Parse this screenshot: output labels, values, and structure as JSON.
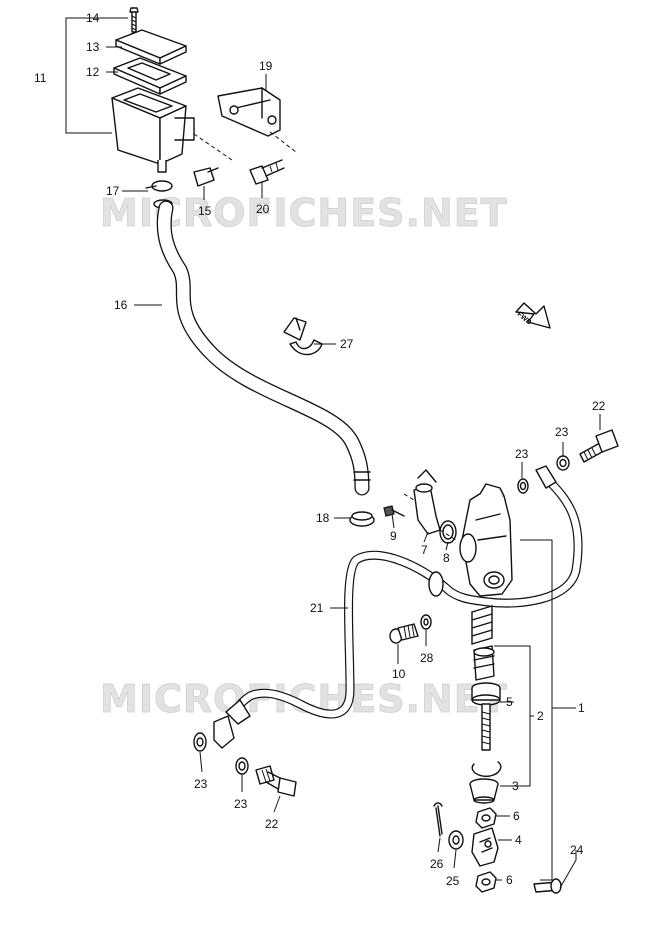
{
  "watermark": "MICROFICHES.NET",
  "fwd_label": "FWD",
  "callouts": [
    {
      "id": "14",
      "text": "14"
    },
    {
      "id": "13",
      "text": "13"
    },
    {
      "id": "12",
      "text": "12"
    },
    {
      "id": "11",
      "text": "11"
    },
    {
      "id": "19",
      "text": "19"
    },
    {
      "id": "17",
      "text": "17"
    },
    {
      "id": "15",
      "text": "15"
    },
    {
      "id": "20",
      "text": "20"
    },
    {
      "id": "16",
      "text": "16"
    },
    {
      "id": "27",
      "text": "27"
    },
    {
      "id": "22a",
      "text": "22"
    },
    {
      "id": "23a",
      "text": "23"
    },
    {
      "id": "23b",
      "text": "23"
    },
    {
      "id": "18",
      "text": "18"
    },
    {
      "id": "9",
      "text": "9"
    },
    {
      "id": "7",
      "text": "7"
    },
    {
      "id": "8",
      "text": "8"
    },
    {
      "id": "21",
      "text": "21"
    },
    {
      "id": "28",
      "text": "28"
    },
    {
      "id": "10",
      "text": "10"
    },
    {
      "id": "5",
      "text": "5"
    },
    {
      "id": "2",
      "text": "2"
    },
    {
      "id": "1",
      "text": "1"
    },
    {
      "id": "23c",
      "text": "23"
    },
    {
      "id": "23d",
      "text": "23"
    },
    {
      "id": "22b",
      "text": "22"
    },
    {
      "id": "3",
      "text": "3"
    },
    {
      "id": "6a",
      "text": "6"
    },
    {
      "id": "4",
      "text": "4"
    },
    {
      "id": "24",
      "text": "24"
    },
    {
      "id": "26",
      "text": "26"
    },
    {
      "id": "25",
      "text": "25"
    },
    {
      "id": "6b",
      "text": "6"
    }
  ]
}
